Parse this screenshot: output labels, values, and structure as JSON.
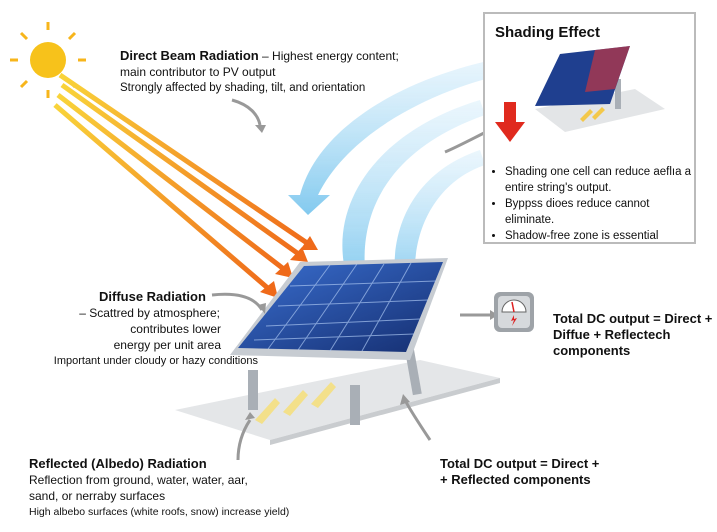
{
  "direct_beam": {
    "title": "Direct Beam Radiation",
    "line1": " – Highest energy content;",
    "line2": "main contributor to PV output",
    "line3": "Strongly affected by shading, tilt, and orientation"
  },
  "diffuse": {
    "title": "Diffuse Radiation",
    "line1": "– Scattred by atmosphere;",
    "line2": "contributes lower",
    "line3": "energy per unit area",
    "line4": "Important under cloudy or hazy conditions"
  },
  "reflected": {
    "title": "Reflected (Albedo) Radiation",
    "line1": "Reflection from ground, water, water, aar,",
    "line2": "sand, or nerraby surfaces",
    "line3": "High albebo surfaces (white roofs, snow) increase yield)"
  },
  "shading": {
    "title": "Shading Effect",
    "bullets": [
      "Shading one cell can reduce aeflıa a entire string's output.",
      "Byppss dioes reduce cannot eliminate.",
      "Shadow-free zone is essential"
    ]
  },
  "output_right": "Total DC output = Direct + Diffue + Reflectech components",
  "output_bottom_line1": "Total DC output = Direct +",
  "output_bottom_line2": "+ Reflected components",
  "icons": [
    "sun-icon",
    "solar-panel-icon",
    "meter-icon",
    "down-arrow-icon"
  ],
  "colors": {
    "panel": "#1f3f8f",
    "sun": "#f7c21b",
    "beam": "#f08a1c",
    "diffuse": "#8fd0f0",
    "shade_arrow": "#e02a1e"
  }
}
